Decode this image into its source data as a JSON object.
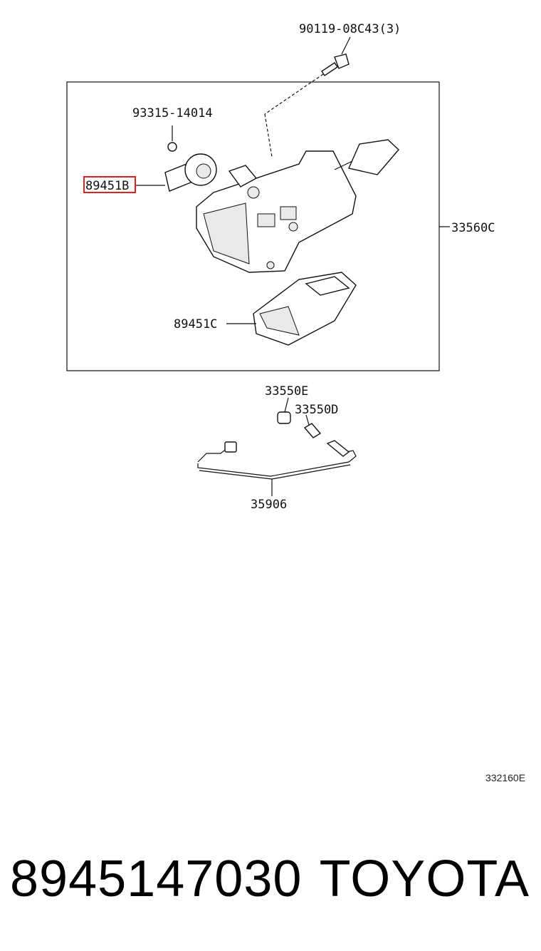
{
  "diagram": {
    "labels": {
      "bolt": "90119-08C43(3)",
      "screw": "93315-14014",
      "sensor_highlighted": "89451B",
      "shift_lever_assy": "33560C",
      "module": "89451C",
      "bulb_e": "33550E",
      "bulb_d": "33550D",
      "harness": "35906"
    },
    "illustration_code": "332160E"
  },
  "footer": {
    "part_number": "8945147030",
    "brand": "TOYOTA"
  },
  "colors": {
    "highlight": "#e02020",
    "line": "#111111"
  }
}
